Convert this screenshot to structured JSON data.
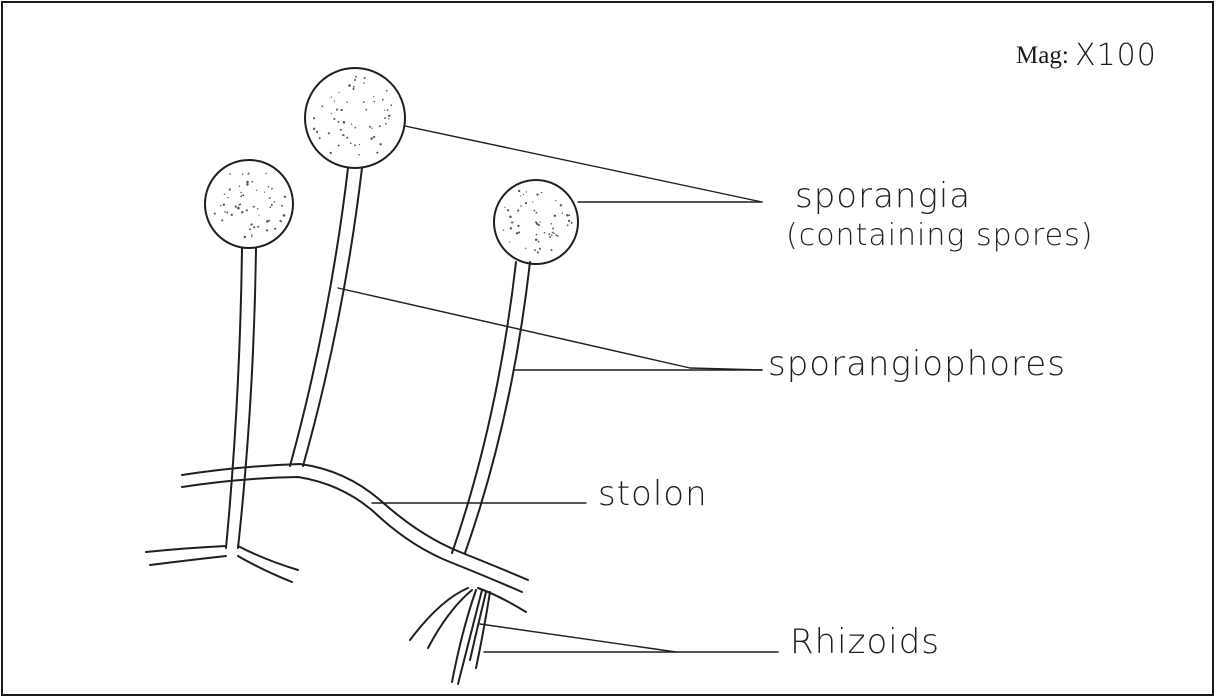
{
  "magnification": {
    "prefix": "Mag:",
    "value": "X100"
  },
  "labels": {
    "sporangia_line1": "sporangia",
    "sporangia_line2": "(containing spores)",
    "sporangiophores": "sporangiophores",
    "stolon": "stolon",
    "rhizoids": "Rhizoids"
  },
  "colors": {
    "ink": "#1f1f1f",
    "frame": "#1a1a1a",
    "background": "#ffffff",
    "stipple": "#555555"
  }
}
